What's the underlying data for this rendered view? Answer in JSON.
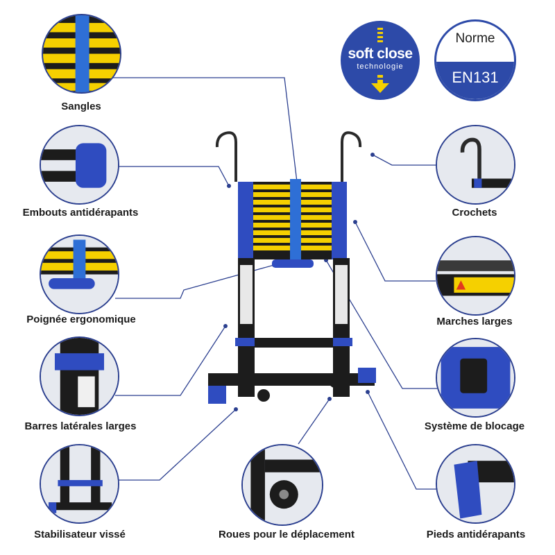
{
  "features": [
    {
      "id": "sangles",
      "label": "Sangles"
    },
    {
      "id": "embouts",
      "label": "Embouts antidérapants"
    },
    {
      "id": "poignee",
      "label": "Poignée ergonomique"
    },
    {
      "id": "barres",
      "label": "Barres latérales larges"
    },
    {
      "id": "stabilisateur",
      "label": "Stabilisateur vissé"
    },
    {
      "id": "roues",
      "label": "Roues pour le déplacement"
    },
    {
      "id": "crochets",
      "label": "Crochets"
    },
    {
      "id": "marches",
      "label": "Marches larges"
    },
    {
      "id": "blocage",
      "label": "Système de blocage"
    },
    {
      "id": "pieds",
      "label": "Pieds antidérapants"
    }
  ],
  "badges": {
    "soft_close_title": "soft close",
    "soft_close_subtitle": "technologie",
    "norme_label": "Norme",
    "norme_value": "EN131"
  },
  "colors": {
    "accent_blue": "#2d4aa8",
    "leader_line": "#2b3f8f",
    "step_yellow": "#f5d000",
    "frame_black": "#1c1c1c"
  }
}
